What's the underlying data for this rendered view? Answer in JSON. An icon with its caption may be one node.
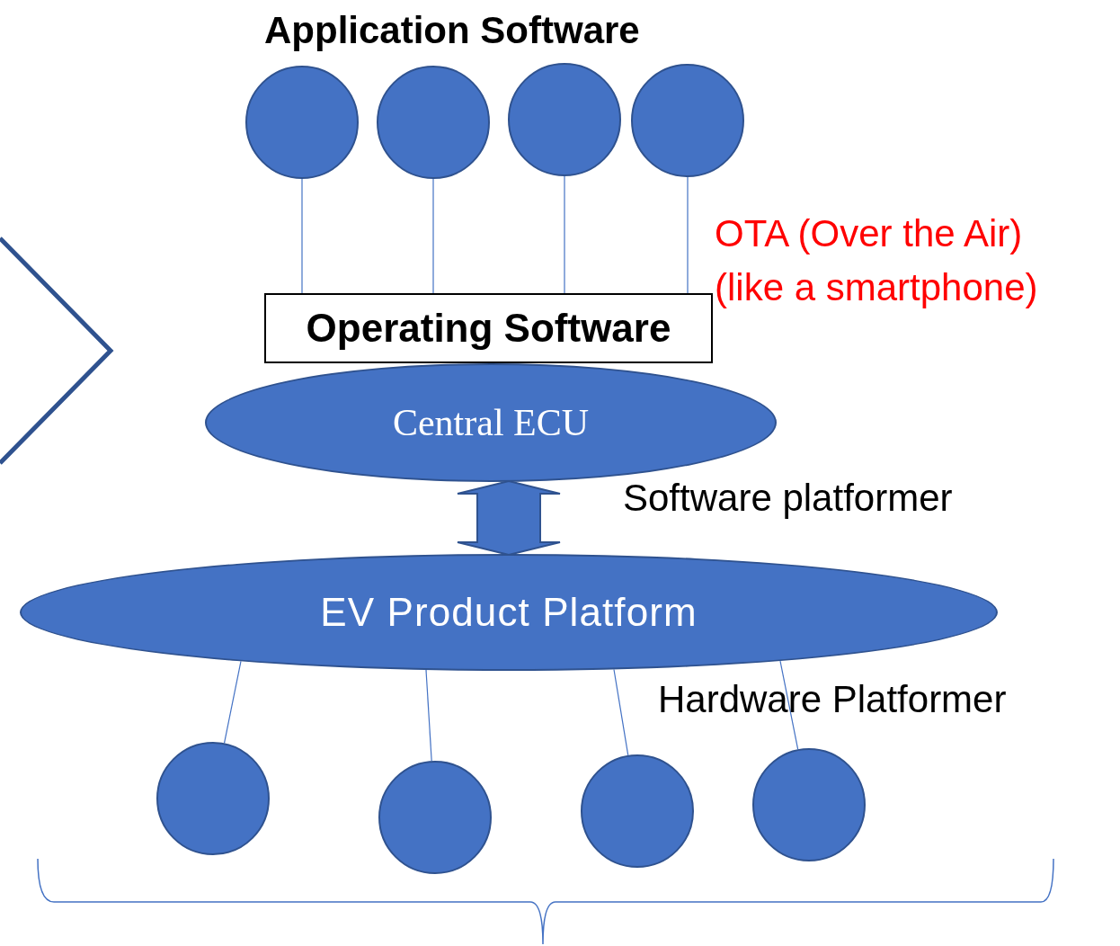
{
  "diagram": {
    "nodes": [
      {
        "text": [],
        "shape": "circle"
      },
      {
        "text": [],
        "shape": "circle"
      },
      {
        "text": [],
        "shape": "circle"
      },
      {
        "text": [],
        "shape": "circle"
      },
      {
        "text": [
          "Operating Software"
        ]
      },
      {
        "text": [
          "Central ECU"
        ]
      },
      {
        "text": [
          "EV Product Platform"
        ]
      },
      {
        "text": [],
        "shape": "circle"
      },
      {
        "text": [],
        "shape": "circle"
      },
      {
        "text": [],
        "shape": "circle"
      },
      {
        "text": [],
        "shape": "circle"
      }
    ],
    "edges": [
      {
        "from": 0,
        "to": 4,
        "arrow": "none"
      },
      {
        "from": 1,
        "to": 4,
        "arrow": "none"
      },
      {
        "from": 2,
        "to": 4,
        "arrow": "none"
      },
      {
        "from": 3,
        "to": 4,
        "arrow": "none"
      },
      {
        "from": 5,
        "to": 6,
        "arrow": "both",
        "style": "thick"
      },
      {
        "from": 6,
        "to": 7,
        "arrow": "none"
      },
      {
        "from": 6,
        "to": 8,
        "arrow": "none"
      },
      {
        "from": 6,
        "to": 9,
        "arrow": "none"
      },
      {
        "from": 6,
        "to": 10,
        "arrow": "none"
      }
    ],
    "labels": [
      "Application Software",
      "OTA (Over the Air)",
      "(like a smartphone)",
      "Software platformer",
      "Hardware Platformer"
    ]
  }
}
